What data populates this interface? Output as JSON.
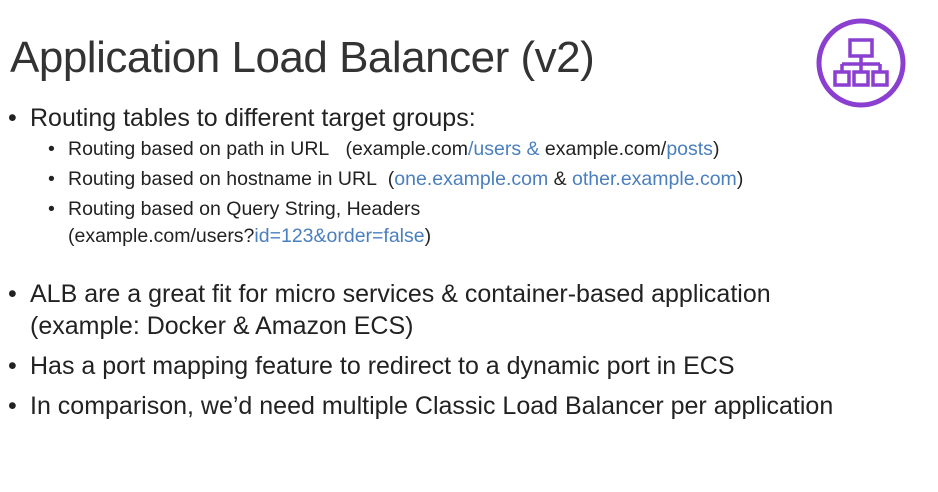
{
  "slide": {
    "title": "Application Load Balancer (v2)",
    "logo_icon": "hierarchy-network-icon",
    "accent_color": "#8b3fd1",
    "link_color": "#4a7fbf",
    "bullets": {
      "b1": "Routing tables to different target groups:",
      "b1_sub1": {
        "lead": "Routing based on path in URL   (example.com",
        "p1": "/users &",
        "mid": " example.com/",
        "p2": "posts",
        "tail": ")"
      },
      "b1_sub2": {
        "lead": "Routing based on hostname in URL  (",
        "p1": "one.example.com",
        "mid": " & ",
        "p2": "other.example.com",
        "tail": ")"
      },
      "b1_sub3": {
        "line1": "Routing based on Query String, Headers",
        "lead": "(example.com/users?",
        "p1": "id=123&order=false",
        "tail": ")"
      },
      "b2_line1": "ALB are a great fit for micro services & container-based application",
      "b2_line2": "(example: Docker & Amazon ECS)",
      "b3": "Has a port mapping feature to redirect to a dynamic port in ECS",
      "b4": "In comparison, we’d need multiple Classic Load Balancer per application"
    }
  }
}
